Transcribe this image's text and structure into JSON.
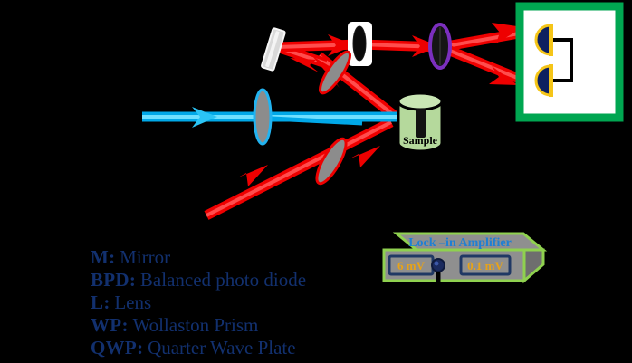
{
  "figure": {
    "background_color": "#000000",
    "title": "",
    "beam_colors": {
      "pump_blue": "#00a8e8",
      "pump_blue_core": "#55d6ff",
      "probe_red": "#ee0000",
      "probe_red_core": "#ff3b3b"
    }
  },
  "components": [
    {
      "id": "mirror",
      "label": "M",
      "type": "mirror",
      "body_color": "#d9d9d9",
      "edge_color": "#f2f2f2"
    },
    {
      "id": "quarter-wave-plate",
      "label": "QWP",
      "type": "waveplate",
      "body_color": "#0a0a0a",
      "edge_color": "#ffffff"
    },
    {
      "id": "wollaston-prism",
      "label": "WP",
      "type": "prism",
      "body_color": "#141414",
      "edge_color": "#7b2fbe"
    },
    {
      "id": "lens-pump",
      "label": "L",
      "type": "lens",
      "body_color": "#8c8c8c",
      "edge_color": "#22b3f0"
    },
    {
      "id": "lens-probe-lower",
      "label": "L",
      "type": "lens",
      "body_color": "#8c8c8c",
      "edge_color": "#ee0000"
    },
    {
      "id": "lens-probe-upper",
      "label": "L",
      "type": "lens",
      "body_color": "#8c8c8c",
      "edge_color": "#ee0000"
    },
    {
      "id": "balanced-photo-diode",
      "label": "BPD",
      "type": "detector",
      "box_fill": "#ffffff",
      "box_edge": "#00a651",
      "diode_fill": "#0d2060",
      "diode_edge": "#f5c518"
    },
    {
      "id": "sample",
      "label": "Sample",
      "type": "sample",
      "body_color": "#b5d99c",
      "edge_color": "#000000",
      "slot_color": "#111111"
    }
  ],
  "sample": {
    "label": "Sample"
  },
  "lock_in_amplifier": {
    "title": "Lock –in Amplifier",
    "title_color": "#1f7fd4",
    "body_color": "#8f8f8f",
    "edge_color": "#8fd14f",
    "display_left": "6 mV",
    "display_right": "0.1 mV",
    "display_text_color": "#e8a317",
    "display_border_color": "#203864",
    "knob_color": "#1b2a5e"
  },
  "legend": {
    "text_color": "#12306e",
    "items": [
      {
        "abbr": "M",
        "sep": ":",
        "desc": "Mirror"
      },
      {
        "abbr": "BPD",
        "sep": ":",
        "desc": "Balanced photo diode"
      },
      {
        "abbr": "L",
        "sep": ":",
        "desc": "Lens"
      },
      {
        "abbr": "WP",
        "sep": ":",
        "desc": "Wollaston Prism"
      },
      {
        "abbr": "QWP",
        "sep": ":",
        "desc": "Quarter Wave Plate"
      }
    ]
  }
}
